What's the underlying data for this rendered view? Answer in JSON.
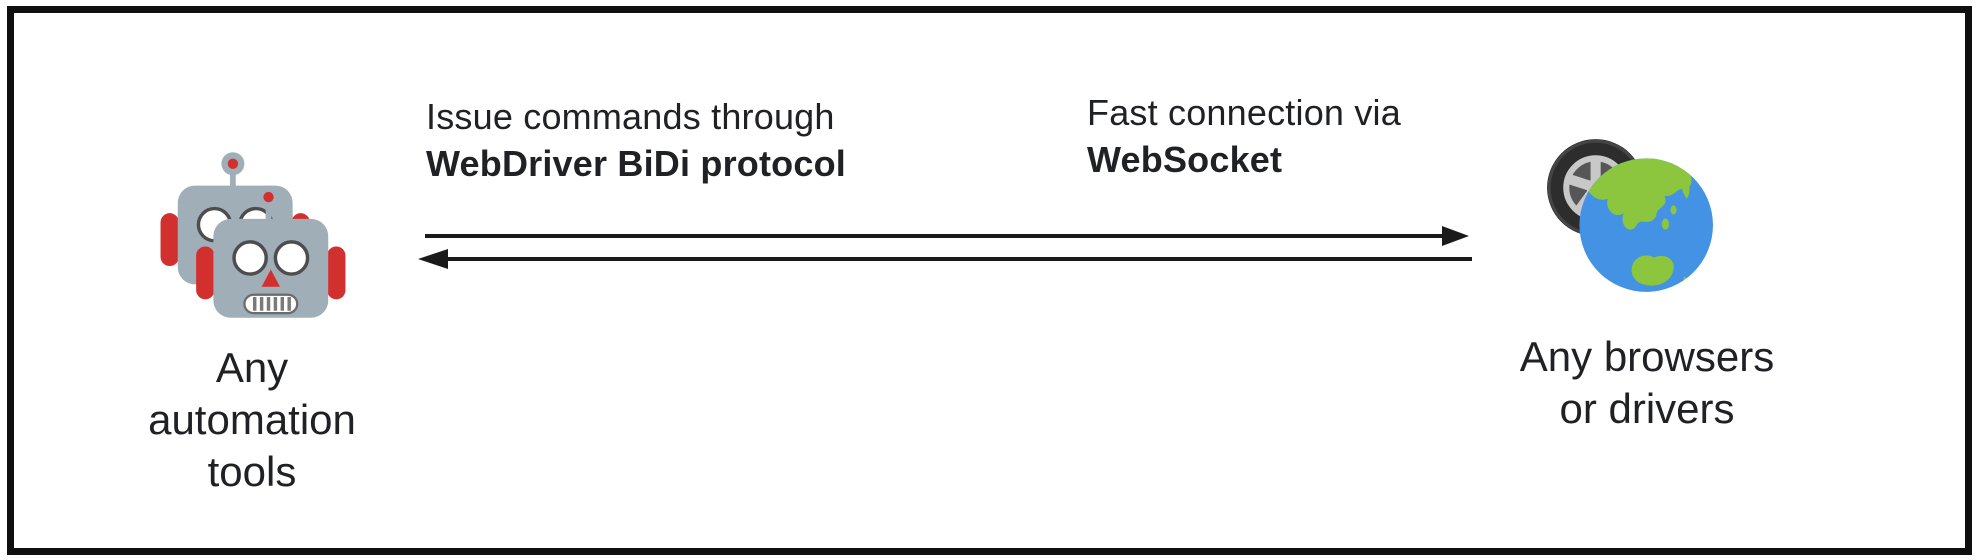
{
  "diagram": {
    "title_hint": "WebDriver BiDi bidirectional connection diagram"
  },
  "nodes": {
    "left": {
      "label": "Any\nautomation\ntools",
      "icon": "robots-icon"
    },
    "right": {
      "label": "Any browsers\nor drivers",
      "icon": "wheel-globe-icon"
    }
  },
  "connection": {
    "labels": {
      "left": {
        "line1": "Issue commands through",
        "line2": "WebDriver BiDi protocol"
      },
      "right": {
        "line1": "Fast connection via",
        "line2": "WebSocket"
      }
    },
    "arrows": [
      {
        "direction": "right"
      },
      {
        "direction": "left"
      }
    ]
  },
  "colors": {
    "text": "#202124",
    "arrow": "#1a1a1a",
    "frame_border": "#0f0f0f",
    "background": "#ffffff",
    "robot_body": "#a0aeb8",
    "robot_red": "#d22f2f",
    "robot_eye_ring": "#4d4d4d",
    "globe_ocean": "#4492e4",
    "globe_land": "#8cc63e",
    "tire": "#2d2d2d",
    "rim_silver": "#c8c8c8"
  }
}
